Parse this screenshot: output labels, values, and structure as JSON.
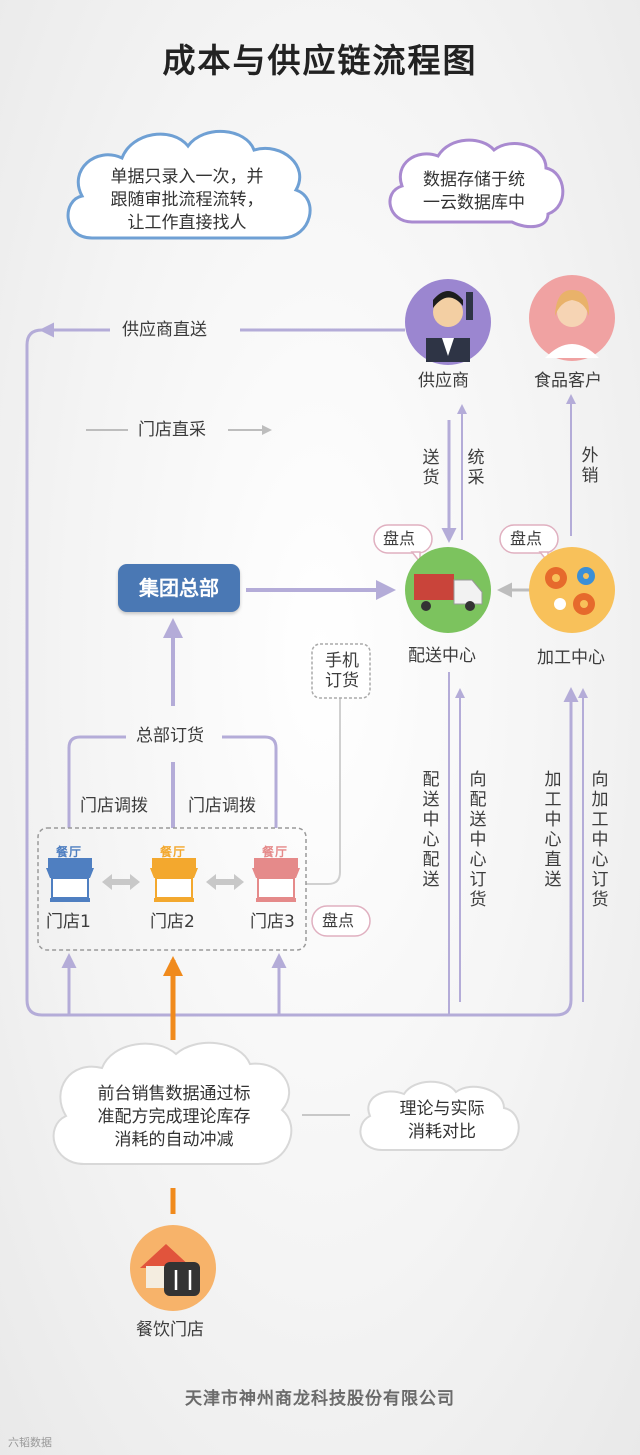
{
  "title": "成本与供应链流程图",
  "clouds": {
    "top_left": [
      "单据只录入一次，并",
      "跟随审批流程流转，",
      "让工作直接找人"
    ],
    "top_right": [
      "数据存储于统",
      "一云数据库中"
    ],
    "bottom_left": [
      "前台销售数据通过标",
      "准配方完成理论库存",
      "消耗的自动冲减"
    ],
    "bottom_right": [
      "理论与实际",
      "消耗对比"
    ]
  },
  "nodes": {
    "supplier": "供应商",
    "customer": "食品客户",
    "delivery_center": "配送中心",
    "processing_center": "加工中心",
    "headquarters": "集团总部",
    "restaurant": "餐饮门店",
    "store1": "门店1",
    "store2": "门店2",
    "store3": "门店3",
    "store_sign": "餐厅"
  },
  "edges": {
    "supplier_direct": "供应商直送",
    "store_direct_purchase": "门店直采",
    "ship": "送货",
    "unified_purchase": "统采",
    "external_sales": "外销",
    "inventory_count": "盘点",
    "mobile_order": "手机订货",
    "hq_order": "总部订货",
    "store_transfer": "门店调拨",
    "delivery_to_store": "配送中心配送",
    "order_from_delivery": "向配送中心订货",
    "processing_direct": "加工中心直送",
    "order_from_processing": "向加工中心订货"
  },
  "colors": {
    "line": "#b4acd8",
    "hq_box": "#4a78b4",
    "orange": "#f08a1c",
    "gray_arrow": "#bdbdbd"
  },
  "footer": {
    "company": "天津市神州商龙科技股份有限公司",
    "watermark": "六韬数据"
  }
}
